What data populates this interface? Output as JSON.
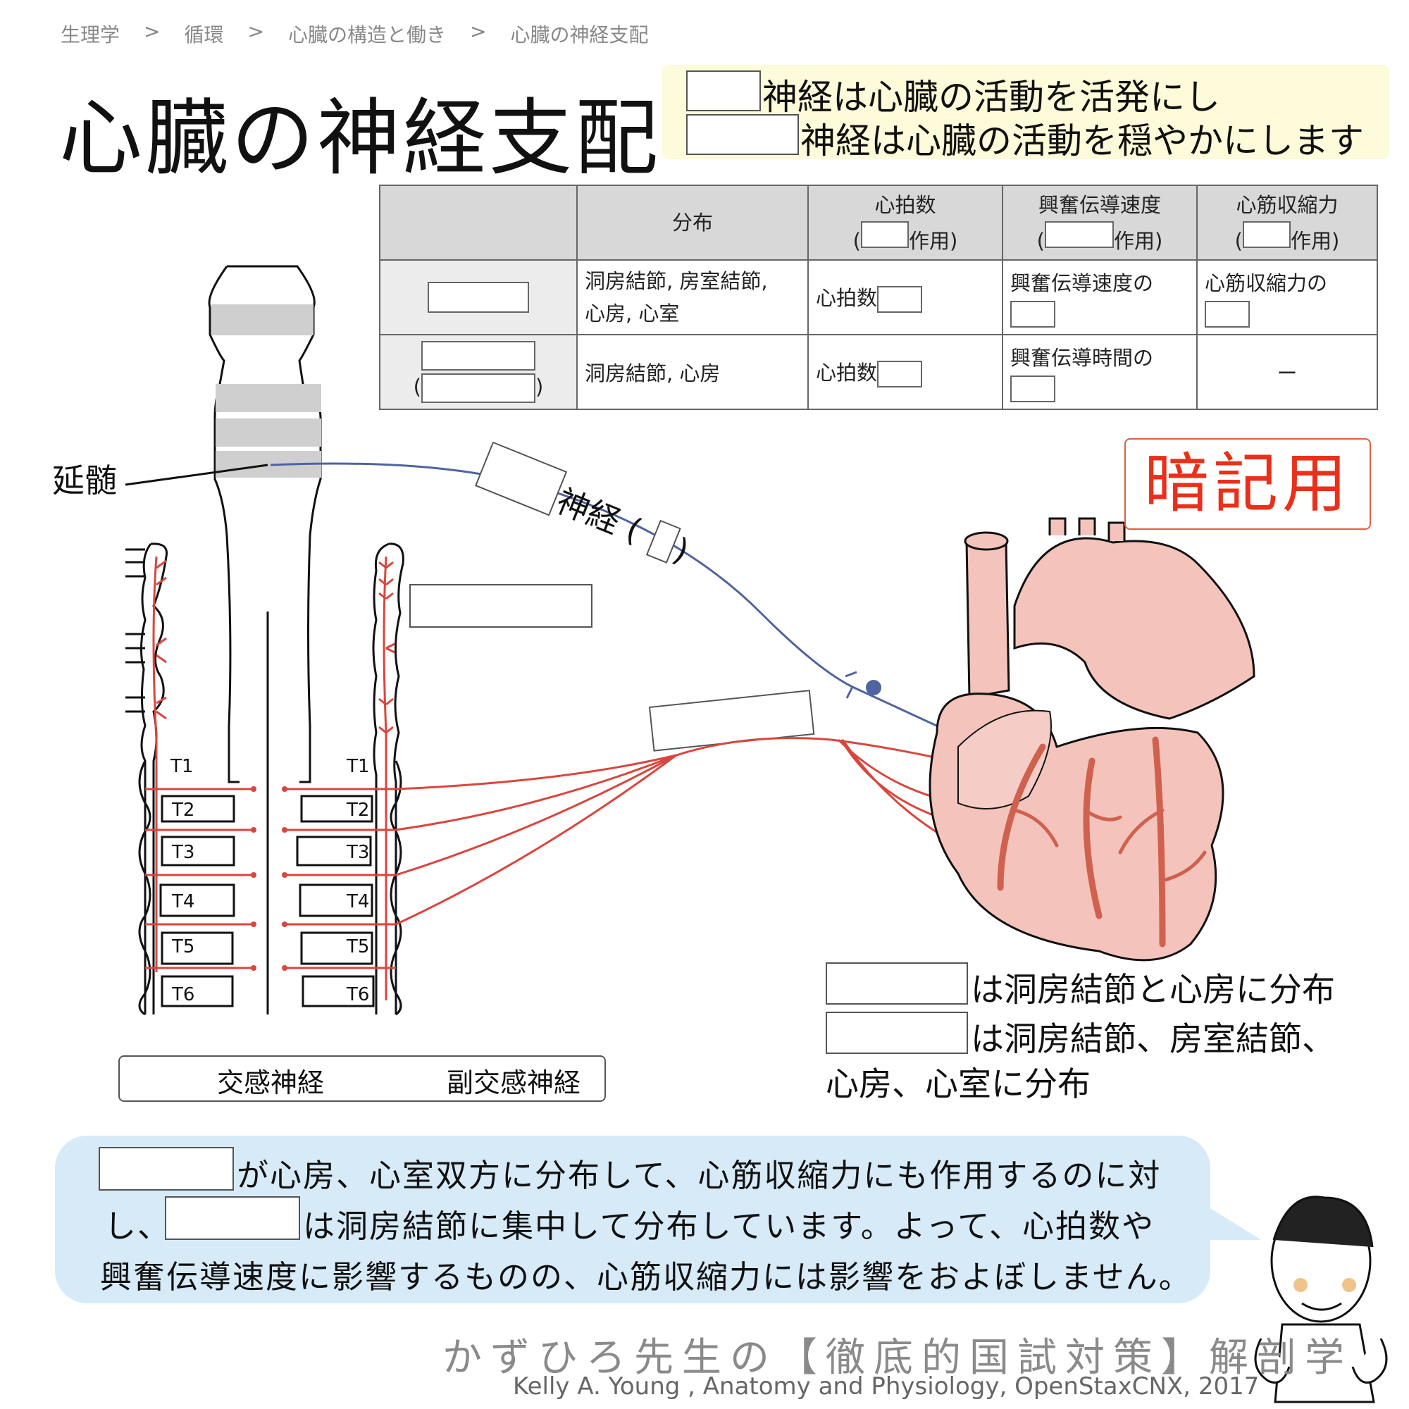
{
  "breadcrumb": [
    "生理学",
    "循環",
    "心臓の構造と働き",
    "心臓の神経支配"
  ],
  "breadcrumb_sep": ">",
  "title": "心臓の神経支配",
  "summary": {
    "line1": "神経は心臓の活動を活発にし",
    "line2": "神経は心臓の活動を穏やかにします"
  },
  "table": {
    "headers": {
      "distribution": "分布",
      "heart_rate": "心拍数",
      "conduction": "興奮伝導速度",
      "contractility": "心筋収縮力",
      "effect_suffix": "作用)",
      "paren_open": "("
    },
    "row1": {
      "distribution_l1": "洞房結節, 房室結節,",
      "distribution_l2": "心房, 心室",
      "heart_rate": "心拍数",
      "conduction": "興奮伝導速度の",
      "contractility": "心筋収縮力の"
    },
    "row2": {
      "paren_open": "(",
      "paren_close": ")",
      "distribution": "洞房結節, 心房",
      "heart_rate": "心拍数",
      "conduction": "興奮伝導時間の",
      "contractility": "ー"
    }
  },
  "diagram": {
    "medulla_label": "延髄",
    "vagus_label": "神経 (",
    "vagus_label_close": ")",
    "segments_left": [
      "T1",
      "T2",
      "T3",
      "T4",
      "T5",
      "T6"
    ],
    "segments_right": [
      "T1",
      "T2",
      "T3",
      "T4",
      "T5",
      "T6"
    ],
    "colors": {
      "sympathetic": "#d9463e",
      "parasympathetic": "#4f64a0",
      "heart_fill": "#f4c4bc",
      "heart_vessel": "#d0614f"
    }
  },
  "anki_label": "暗記用",
  "legend": {
    "sympathetic": "交感神経",
    "parasympathetic": "副交感神経"
  },
  "notes": {
    "line1": "は洞房結節と心房に分布",
    "line2": "は洞房結節、房室結節、",
    "line3": "心房、心室に分布"
  },
  "bubble": {
    "line1": "が心房、心室双方に分布して、心筋収縮力にも作用するのに対",
    "line2_prefix": "し、",
    "line2": "は洞房結節に集中して分布しています。よって、心拍数や",
    "line3": "興奮伝導速度に影響するものの、心筋収縮力には影響をおよぼしません。"
  },
  "brand": "かずひろ先生の【徹底的国試対策】解剖学",
  "credit": "Kelly A. Young , Anatomy and Physiology, OpenStaxCNX, 2017"
}
